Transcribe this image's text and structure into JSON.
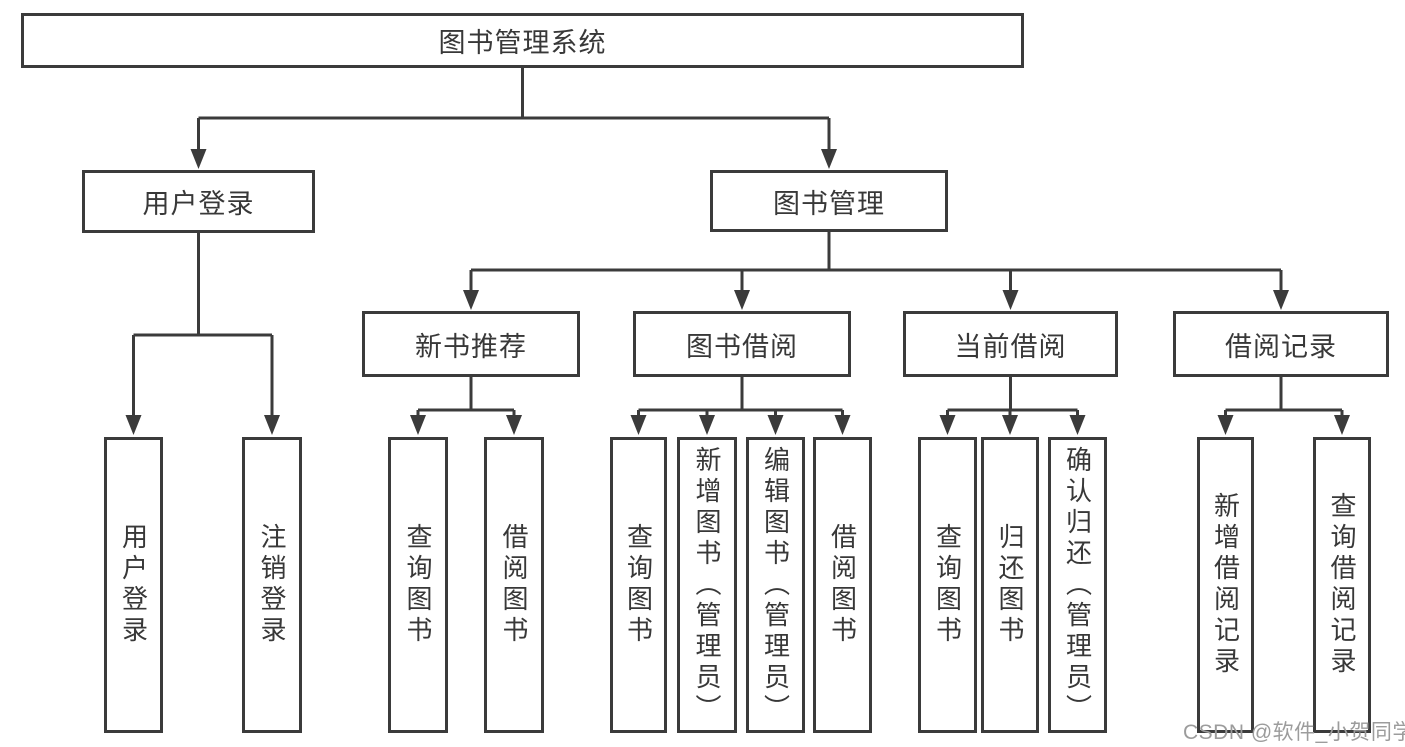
{
  "tree": {
    "label": "图书管理系统",
    "children": [
      {
        "label": "用户登录",
        "children": [
          {
            "label": "用户登录"
          },
          {
            "label": "注销登录"
          }
        ]
      },
      {
        "label": "图书管理",
        "children": [
          {
            "label": "新书推荐",
            "children": [
              {
                "label": "查询图书"
              },
              {
                "label": "借阅图书"
              }
            ]
          },
          {
            "label": "图书借阅",
            "children": [
              {
                "label": "查询图书"
              },
              {
                "label": "新增图书（管理员）"
              },
              {
                "label": "编辑图书（管理员）"
              },
              {
                "label": "借阅图书"
              }
            ]
          },
          {
            "label": "当前借阅",
            "children": [
              {
                "label": "查询图书"
              },
              {
                "label": "归还图书"
              },
              {
                "label": "确认归还（管理员）"
              }
            ]
          },
          {
            "label": "借阅记录",
            "children": [
              {
                "label": "新增借阅记录"
              },
              {
                "label": "查询借阅记录"
              }
            ]
          }
        ]
      }
    ]
  },
  "watermark": {
    "text": "CSDN @软件_小贺同学"
  },
  "colors": {
    "line": "#3b3b3b",
    "text": "#383838",
    "watermark": "#9c9c9c",
    "background": "#ffffff"
  }
}
